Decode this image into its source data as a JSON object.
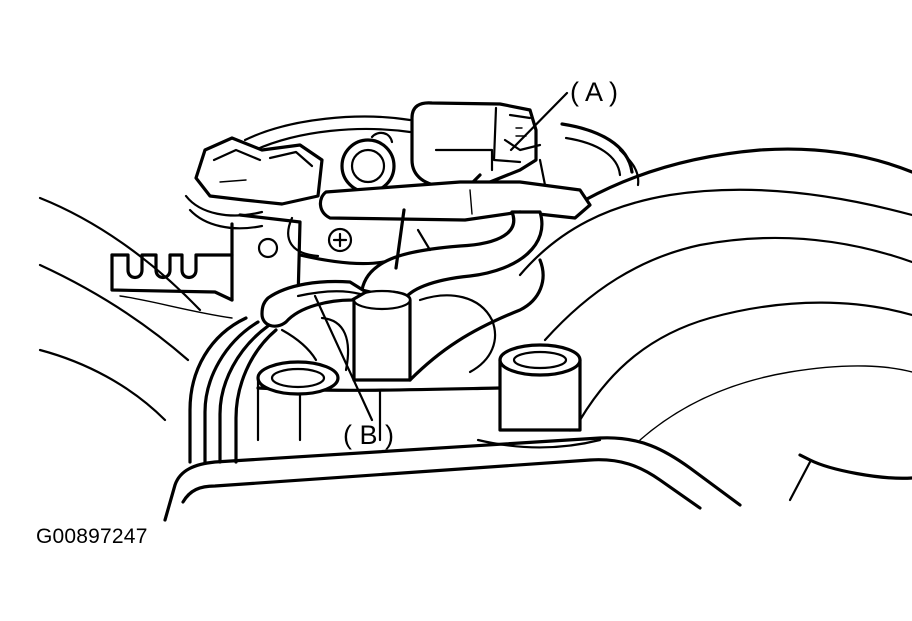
{
  "figure": {
    "code": "G00897247",
    "callouts": [
      {
        "id": "A",
        "label": "( A )"
      },
      {
        "id": "B",
        "label": "( B )"
      }
    ]
  }
}
